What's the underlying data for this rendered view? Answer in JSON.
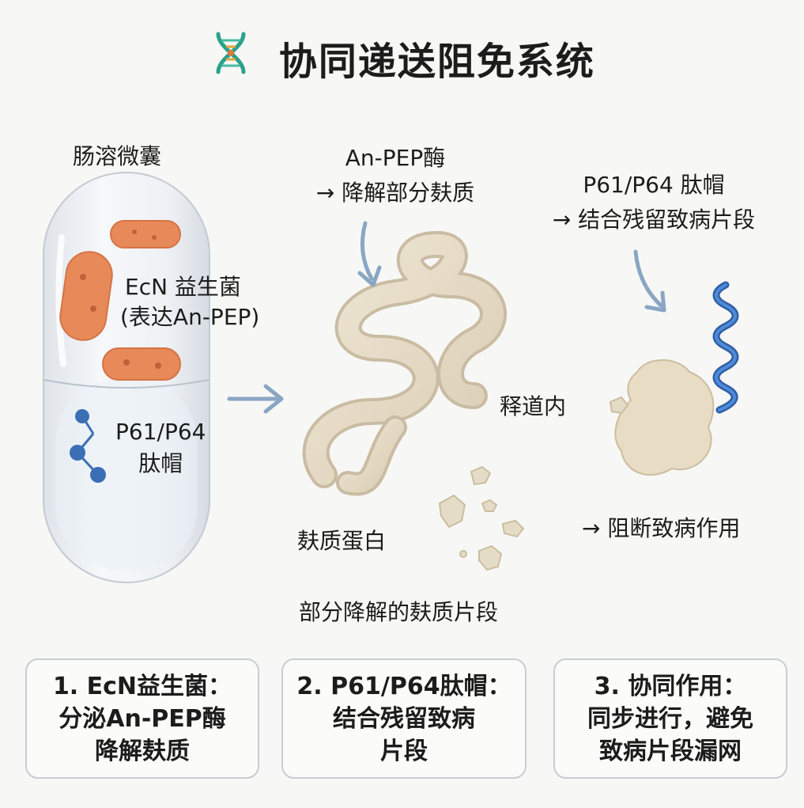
{
  "title": "协同递送阻免系统",
  "icons": {
    "title": "dna-icon",
    "flow_arrow": "right-arrow-icon"
  },
  "colors": {
    "capsule": "#eef1f5",
    "bacteria": "#e8895a",
    "peptide": "#3a6fb6",
    "protein": "#e5dcc8",
    "arrow": "#8aa6c4",
    "card_border": "#c9ccd3"
  },
  "capsule": {
    "label": "肠溶微囊",
    "ecn_line1": "EcN 益生菌",
    "ecn_line2": "(表达An-PEP)",
    "cap_line1": "P61/P64",
    "cap_line2": "肽帽"
  },
  "enzyme": {
    "line1": "An-PEP酶",
    "line2": "→ 降解部分麸质"
  },
  "protein_label": "麸质蛋白",
  "fragments_label": "部分降解的麸质片段",
  "cap_action": {
    "line1": "P61/P64 肽帽",
    "line2": "→ 结合残留致病片段"
  },
  "location": "释道内",
  "block_label": "→ 阻断致病作用",
  "cards": [
    {
      "line1": "1. EcN益生菌：",
      "line2": "分泌An-PEP酶",
      "line3": "降解麸质"
    },
    {
      "line1": "2. P61/P64肽帽：",
      "line2": "结合残留致病",
      "line3": "片段"
    },
    {
      "line1": "3. 协同作用：",
      "line2": "同步进行，避免",
      "line3": "致病片段漏网"
    }
  ]
}
